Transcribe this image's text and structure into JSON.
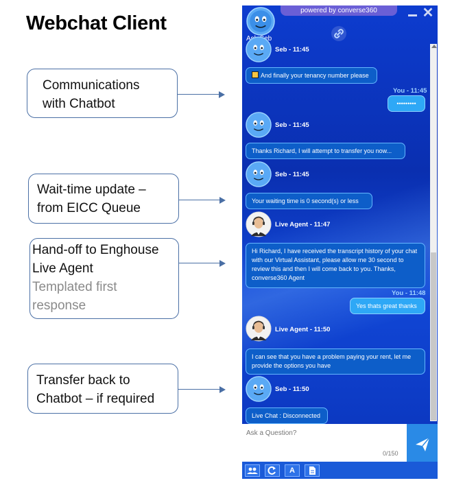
{
  "page": {
    "title": "Webchat Client"
  },
  "callouts": [
    {
      "line1": "Communications",
      "line2": "with Chatbot"
    },
    {
      "line1": "Wait-time update –",
      "line2": "from EICC Queue"
    },
    {
      "line1": "Hand-off to Enghouse",
      "line2": "Live Agent",
      "line3": "Templated first",
      "line4": "response"
    },
    {
      "line1": "Transfer back to",
      "line2": "Chatbot – if required"
    }
  ],
  "widget": {
    "powered_by": "powered by converse360",
    "bot_name": "Ask Seb",
    "input_placeholder": "Ask a Question?",
    "char_counter": "0/150",
    "accent_color": "#0d3ccf"
  },
  "messages": [
    {
      "sender": "Seb - 11:45",
      "text": "And finally your tenancy number please",
      "icon": "tenancy-card-icon"
    },
    {
      "timestamp": "You - 11:45",
      "text": "•••••••••"
    },
    {
      "sender": "Seb - 11:45",
      "text": "Thanks Richard, I will attempt to transfer you now..."
    },
    {
      "sender": "Seb - 11:45",
      "text": "Your waiting time is 0 second(s) or less"
    },
    {
      "sender": "Live Agent - 11:47",
      "text": "Hi Richard, I have received the transcript history of your chat with our Virtual Assistant, please allow me 30 second to review this and then I will come back to you. Thanks, converse360 Agent"
    },
    {
      "timestamp": "You - 11:48",
      "text": "Yes thats great thanks"
    },
    {
      "sender": "Live Agent - 11:50",
      "text": "I can see that you have a problem paying your rent, let me provide the options you have"
    },
    {
      "sender": "Seb - 11:50",
      "text": "Live Chat : Disconnected"
    }
  ],
  "toolbar": {
    "font_label": "A"
  }
}
